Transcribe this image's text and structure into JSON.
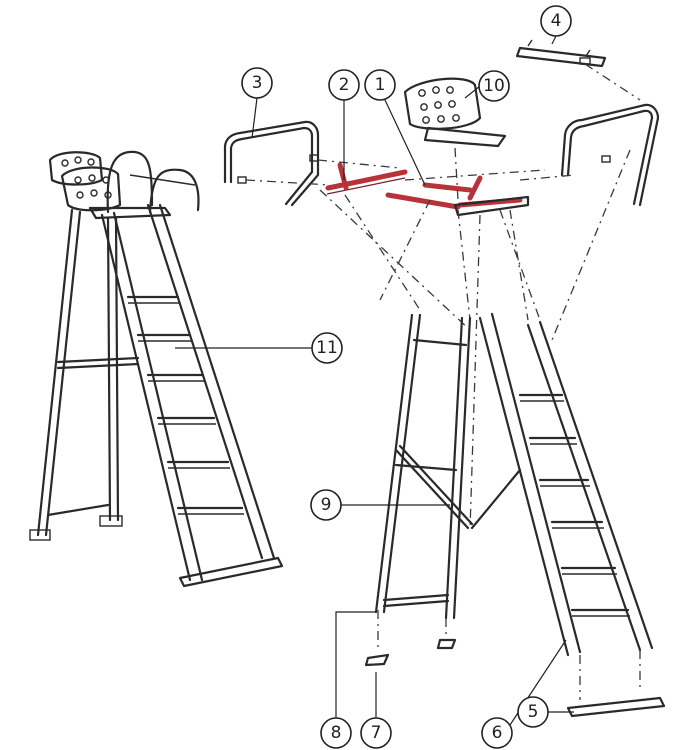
{
  "callouts": [
    {
      "id": "1",
      "label": "1"
    },
    {
      "id": "2",
      "label": "2"
    },
    {
      "id": "3",
      "label": "3"
    },
    {
      "id": "4",
      "label": "4"
    },
    {
      "id": "5",
      "label": "5"
    },
    {
      "id": "6",
      "label": "6"
    },
    {
      "id": "7",
      "label": "7"
    },
    {
      "id": "8",
      "label": "8"
    },
    {
      "id": "9",
      "label": "9"
    },
    {
      "id": "10",
      "label": "10"
    },
    {
      "id": "11",
      "label": "11"
    }
  ],
  "colors": {
    "line": "#2a2a2a",
    "highlight": "#b8323a",
    "background": "#ffffff"
  }
}
